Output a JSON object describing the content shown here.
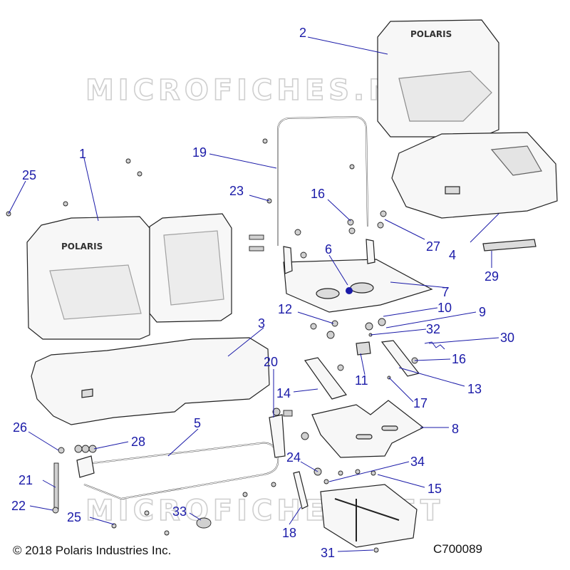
{
  "watermark": "MICROFICHES.NET",
  "seat_logo": "POLARIS",
  "copyright": "© 2018 Polaris Industries Inc.",
  "diagram_id": "C700089",
  "callouts": {
    "c1": "1",
    "c2": "2",
    "c3": "3",
    "c4": "4",
    "c5": "5",
    "c6": "6",
    "c7": "7",
    "c8": "8",
    "c9": "9",
    "c10": "10",
    "c11": "11",
    "c12": "12",
    "c13": "13",
    "c14": "14",
    "c15": "15",
    "c16a": "16",
    "c16b": "16",
    "c17": "17",
    "c18": "18",
    "c19": "19",
    "c20": "20",
    "c21": "21",
    "c22": "22",
    "c23": "23",
    "c24": "24",
    "c25a": "25",
    "c25b": "25",
    "c26": "26",
    "c27": "27",
    "c28": "28",
    "c29": "29",
    "c30": "30",
    "c31": "31",
    "c32": "32",
    "c33": "33",
    "c34": "34"
  },
  "colors": {
    "callout": "#1a1aa8",
    "line": "#222222",
    "watermark": "#cfcfcf"
  }
}
